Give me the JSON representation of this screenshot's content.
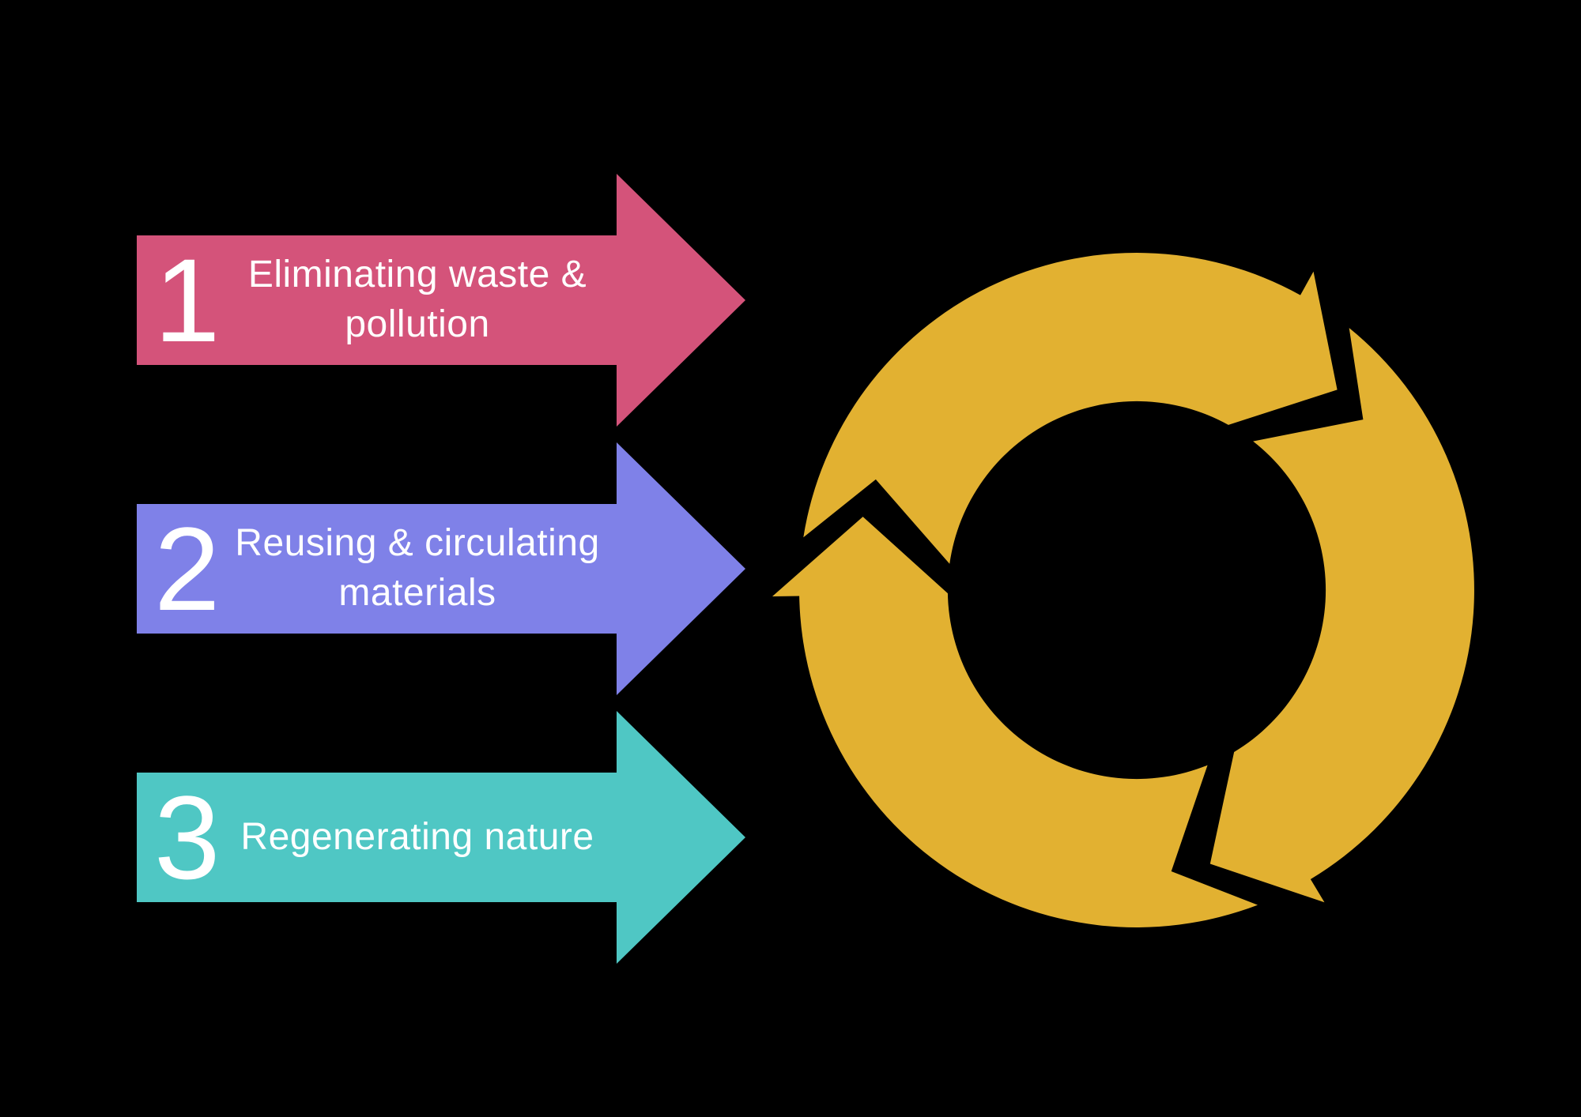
{
  "background_color": "#000000",
  "text_color": "#ffffff",
  "steps": [
    {
      "number": "1",
      "label": "Eliminating waste & pollution",
      "color": "#d4537a"
    },
    {
      "number": "2",
      "label": "Reusing & circulating materials",
      "color": "#7f81e8"
    },
    {
      "number": "3",
      "label": "Regenerating nature",
      "color": "#4fc7c4"
    }
  ],
  "cycle": {
    "icon": "circular-arrows-icon",
    "direction": "clockwise",
    "segment_count": 3,
    "color": "#e2b131"
  }
}
